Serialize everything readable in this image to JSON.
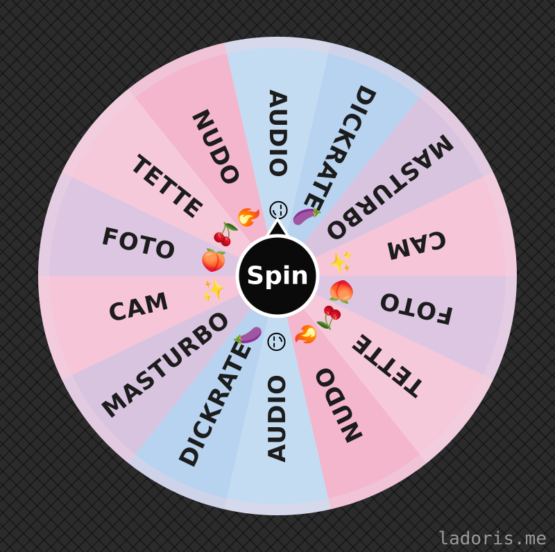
{
  "wheel": {
    "segments": [
      {
        "label": "AUDIO",
        "emoji": "😏",
        "icon": "smirk-icon",
        "color": "#c3dcf2"
      },
      {
        "label": "DICKRATE",
        "emoji": "🍆",
        "icon": "eggplant-icon",
        "color": "#b7d3f0"
      },
      {
        "label": "MASTURBO",
        "emoji": "",
        "icon": "",
        "color": "#d9c4e0"
      },
      {
        "label": "CAM",
        "emoji": "✨",
        "icon": "sparkles-icon",
        "color": "#f6c6d8"
      },
      {
        "label": "FOTO",
        "emoji": "🍑",
        "icon": "peach-icon",
        "color": "#dcc6e2"
      },
      {
        "label": "TETTE",
        "emoji": "🍒",
        "icon": "cherries-icon",
        "color": "#f6c9da"
      },
      {
        "label": "NUDO",
        "emoji": "🔥",
        "icon": "fire-icon",
        "color": "#f4b6cc"
      },
      {
        "label": "AUDIO",
        "emoji": "😏",
        "icon": "smirk-icon",
        "color": "#c3dcf2"
      },
      {
        "label": "DICKRATE",
        "emoji": "🍆",
        "icon": "eggplant-icon",
        "color": "#b7d3f0"
      },
      {
        "label": "MASTURBO",
        "emoji": "",
        "icon": "",
        "color": "#d9c4e0"
      },
      {
        "label": "CAM",
        "emoji": "✨",
        "icon": "sparkles-icon",
        "color": "#f6c6d8"
      },
      {
        "label": "FOTO",
        "emoji": "🍑",
        "icon": "peach-icon",
        "color": "#dcc6e2"
      },
      {
        "label": "TETTE",
        "emoji": "🍒",
        "icon": "cherries-icon",
        "color": "#f6c9da"
      },
      {
        "label": "NUDO",
        "emoji": "🔥",
        "icon": "fire-icon",
        "color": "#f4b6cc"
      }
    ],
    "rim_color": "#eed3e3",
    "hub_color": "#0a0a0a"
  },
  "spin_button": {
    "label": "Spin"
  },
  "watermark": "ladoris.me"
}
